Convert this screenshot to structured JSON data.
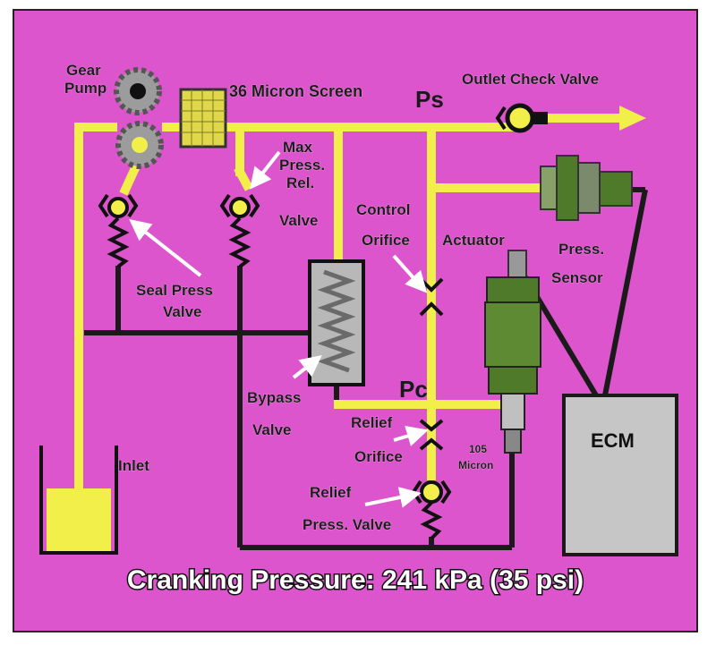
{
  "labels": {
    "gear_pump_1": "Gear",
    "gear_pump_2": "Pump",
    "screen": "36 Micron Screen",
    "ps": "Ps",
    "outlet_check": "Outlet Check Valve",
    "max_press_1": "Max",
    "max_press_2": "Press.",
    "max_press_3": "Rel.",
    "max_press_4": "Valve",
    "control_orifice_1": "Control",
    "control_orifice_2": "Orifice",
    "actuator": "Actuator",
    "press_sensor_1": "Press.",
    "press_sensor_2": "Sensor",
    "seal_press_1": "Seal Press",
    "seal_press_2": "Valve",
    "bypass_1": "Bypass",
    "bypass_2": "Valve",
    "pc": "Pc",
    "relief_orifice_1": "Relief",
    "relief_orifice_2": "Orifice",
    "micron_105_1": "105",
    "micron_105_2": "Micron",
    "relief_press_1": "Relief",
    "relief_press_2": "Press. Valve",
    "inlet": "Inlet",
    "ecm": "ECM"
  },
  "caption": "Cranking Pressure: 241 kPa (35 psi)",
  "colors": {
    "background": "#dd55cc",
    "fuel_line": "#f2ee4a",
    "drain_line": "#1a1a1a",
    "ecm_box": "#c6c6c6",
    "actuator": "#4f7a2a"
  }
}
